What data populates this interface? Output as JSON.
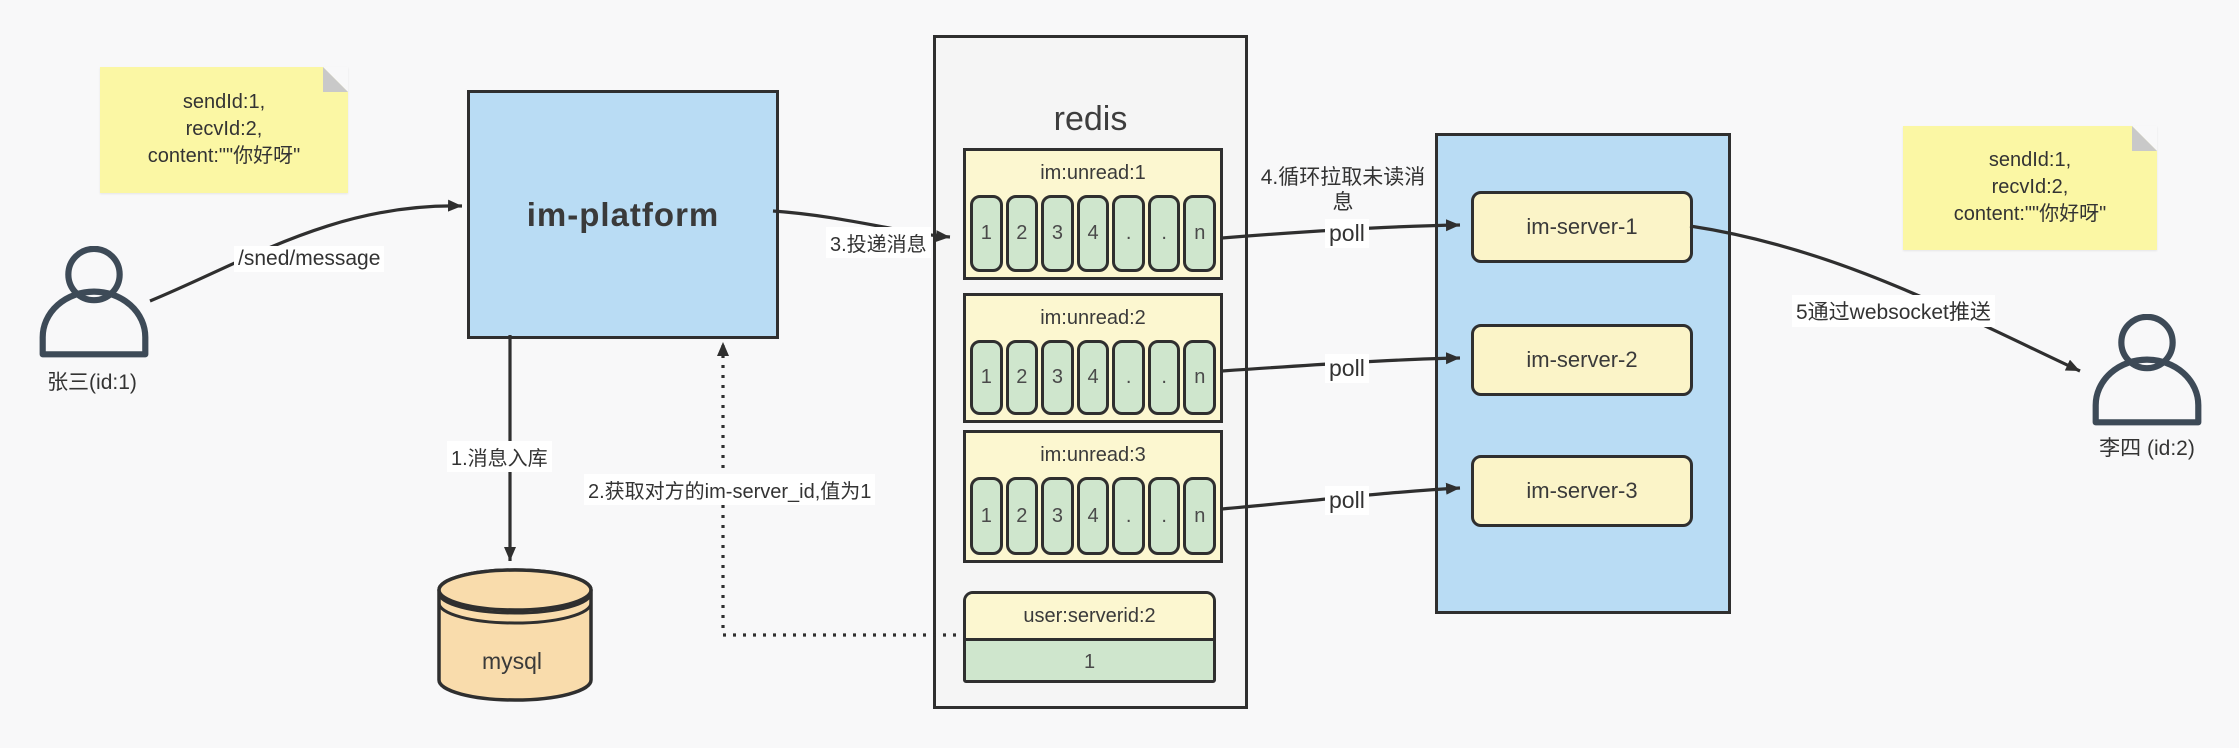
{
  "notes": {
    "left": {
      "text": "sendId:1,\nrecvId:2,\ncontent:\"\"你好呀\""
    },
    "right": {
      "text": "sendId:1,\nrecvId:2,\ncontent:\"\"你好呀\""
    }
  },
  "actors": {
    "sender": {
      "label": "张三(id:1)"
    },
    "receiver": {
      "label": "李四 (id:2)"
    }
  },
  "platform": {
    "title": "im-platform"
  },
  "mysql": {
    "title": "mysql"
  },
  "redis": {
    "title": "redis",
    "lists": [
      {
        "key": "im:unread:1",
        "cells": [
          "1",
          "2",
          "3",
          "4",
          ".",
          ".",
          "n"
        ]
      },
      {
        "key": "im:unread:2",
        "cells": [
          "1",
          "2",
          "3",
          "4",
          ".",
          ".",
          "n"
        ]
      },
      {
        "key": "im:unread:3",
        "cells": [
          "1",
          "2",
          "3",
          "4",
          ".",
          ".",
          "n"
        ]
      }
    ],
    "mapping": {
      "key": "user:serverid:2",
      "value": "1"
    }
  },
  "servers": {
    "items": [
      {
        "label": "im-server-1"
      },
      {
        "label": "im-server-2"
      },
      {
        "label": "im-server-3"
      }
    ]
  },
  "edges": {
    "send_api": "/sned/message",
    "step1": "1.消息入库",
    "step2": "2.获取对方的im-server_id,值为1",
    "step3": "3.投递消息",
    "step4": "4.循环拉取未读消息",
    "step5": "5通过websocket推送",
    "poll": "poll"
  },
  "colors": {
    "accent_blue": "#b9dcf4",
    "note_yellow": "#fbf7a4",
    "pale_yellow": "#fcf7d0",
    "cell_green": "#cfe6cd",
    "db_orange": "#f9dcac",
    "stroke": "#2f2f2f"
  }
}
